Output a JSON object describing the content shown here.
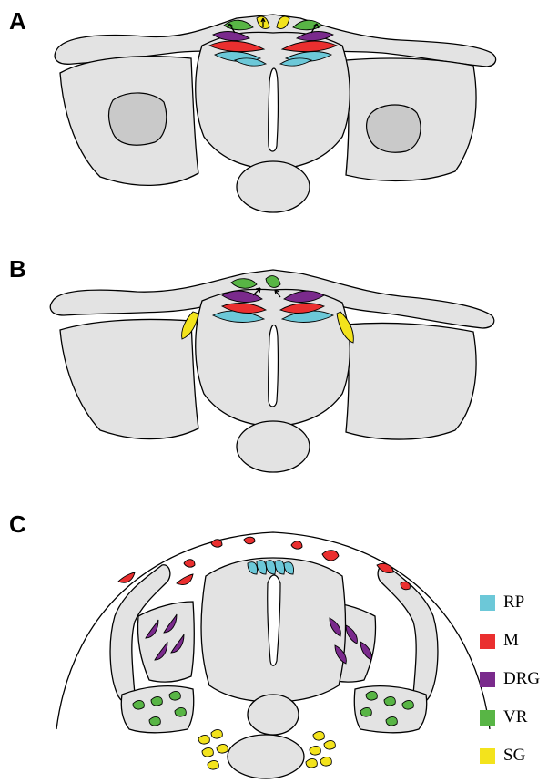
{
  "panels": [
    {
      "id": "A",
      "label": "A"
    },
    {
      "id": "B",
      "label": "B"
    },
    {
      "id": "C",
      "label": "C"
    }
  ],
  "legend": [
    {
      "key": "rp",
      "label": "RP",
      "color": "#6cc8d8"
    },
    {
      "key": "m",
      "label": "M",
      "color": "#ea2f2f"
    },
    {
      "key": "drg",
      "label": "DRG",
      "color": "#7a2a8c"
    },
    {
      "key": "vr",
      "label": "VR",
      "color": "#58b545"
    },
    {
      "key": "sg",
      "label": "SG",
      "color": "#f3e31c"
    }
  ],
  "colors": {
    "tissue": "#e3e3e3",
    "tissue_dark": "#c9c9c9",
    "outline": "#000000"
  }
}
